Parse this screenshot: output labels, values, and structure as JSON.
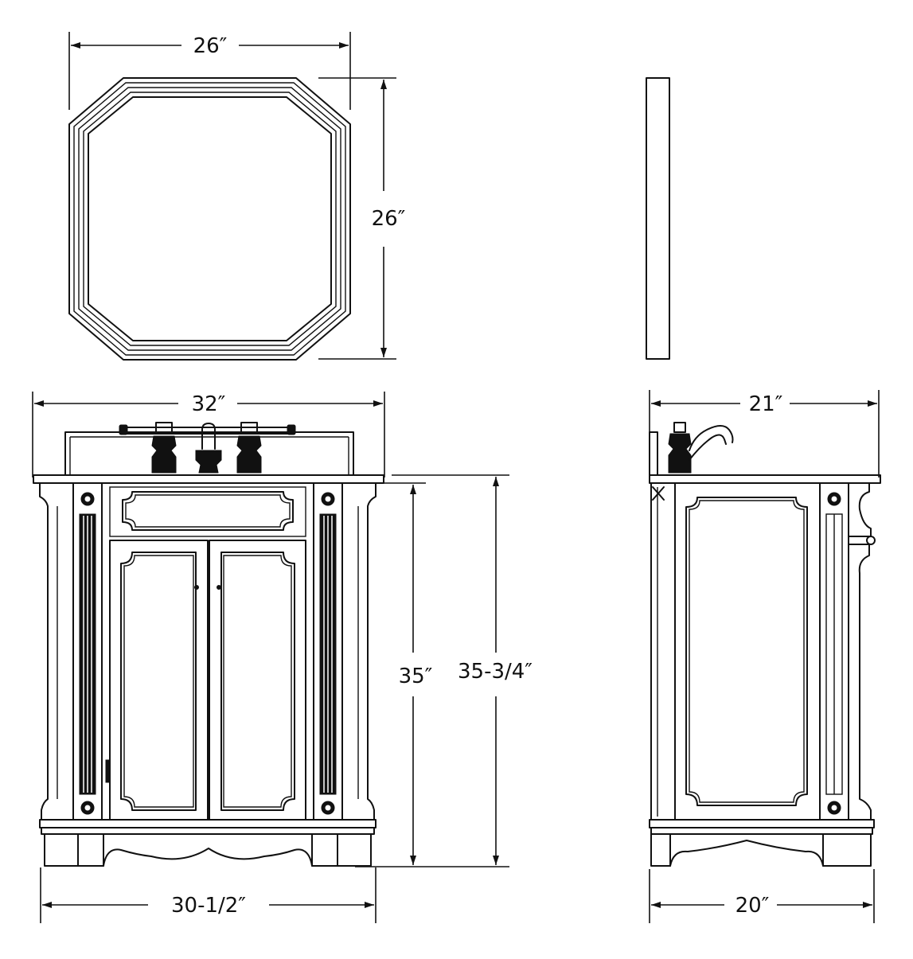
{
  "colors": {
    "line": "#111111",
    "background": "#ffffff"
  },
  "dimensions": {
    "mirror_width": "26″",
    "mirror_height": "26″",
    "vanity_top_width": "32″",
    "vanity_depth_top": "21″",
    "vanity_height_inner": "35″",
    "vanity_height_outer": "35-3/4″",
    "vanity_base_width": "30-1/2″",
    "vanity_depth_base": "20″"
  }
}
